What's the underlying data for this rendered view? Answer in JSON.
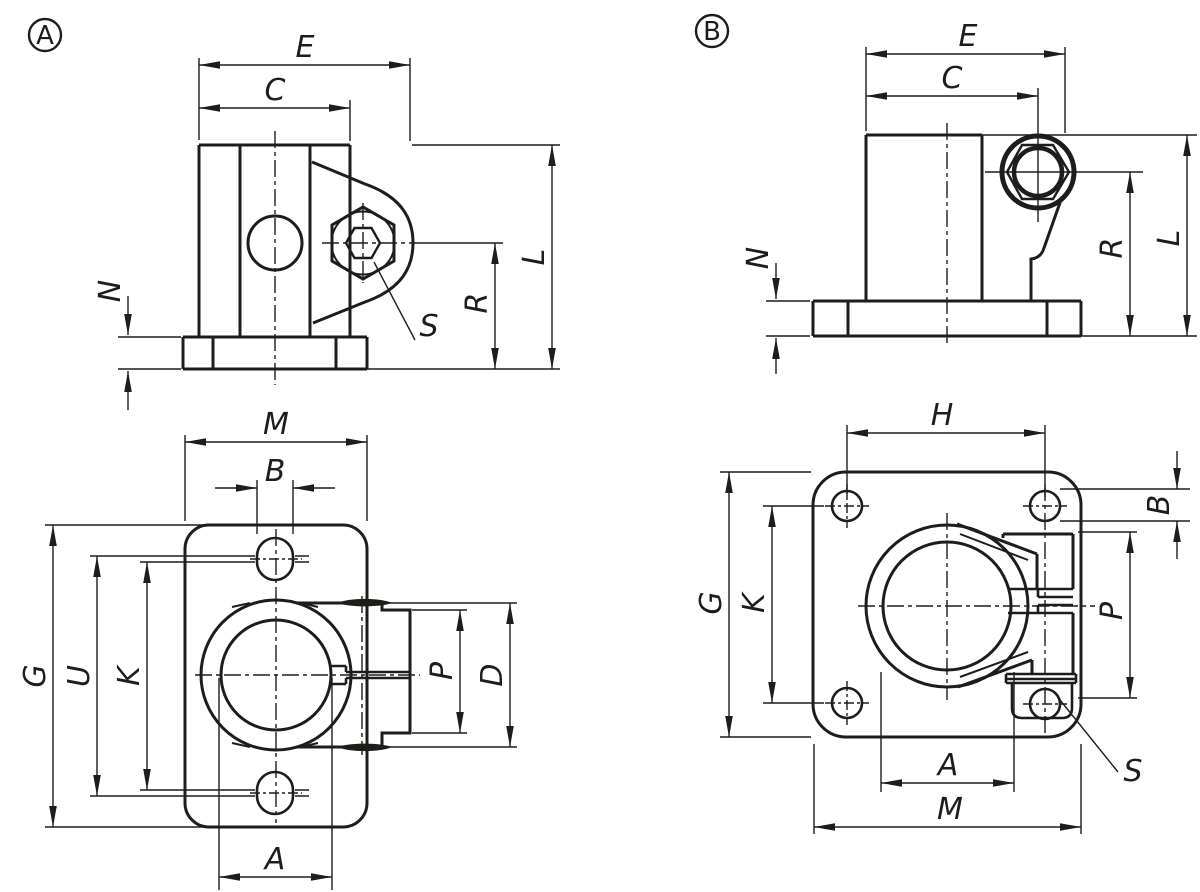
{
  "drawing_title": "clamp-flange-two-variant-dimension-drawing",
  "colors": {
    "background": "#ffffff",
    "line": "#1d1d1b"
  },
  "variant_a": {
    "badge": "A",
    "front": {
      "e": "E",
      "c": "C",
      "n": "N",
      "s": "S",
      "r": "R",
      "l": "L"
    },
    "top": {
      "m": "M",
      "b": "B",
      "g": "G",
      "u": "U",
      "k": "K",
      "a": "A",
      "p": "P",
      "d": "D"
    }
  },
  "variant_b": {
    "badge": "B",
    "front": {
      "e": "E",
      "c": "C",
      "n": "N",
      "r": "R",
      "l": "L"
    },
    "top": {
      "h": "H",
      "b": "B",
      "g": "G",
      "k": "K",
      "p": "P",
      "a": "A",
      "m": "M",
      "s": "S"
    }
  }
}
